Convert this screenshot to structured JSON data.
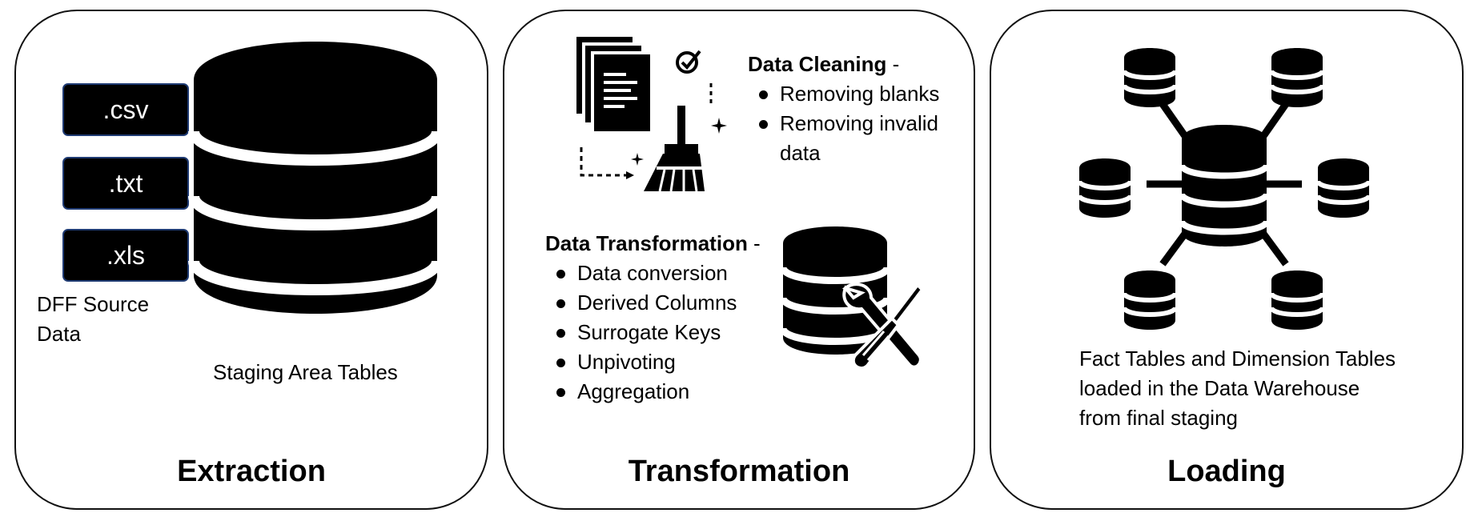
{
  "extraction": {
    "title": "Extraction",
    "file_types": [
      ".csv",
      ".txt",
      ".xls"
    ],
    "source_label": "DFF Source Data",
    "staging_label": "Staging Area Tables"
  },
  "transformation": {
    "title": "Transformation",
    "cleaning": {
      "heading": "Data Cleaning",
      "suffix": " -",
      "items": [
        "Removing blanks",
        "Removing invalid data"
      ]
    },
    "transform": {
      "heading": "Data Transformation",
      "suffix": " -",
      "items": [
        "Data conversion",
        "Derived Columns",
        "Surrogate Keys",
        "Unpivoting",
        "Aggregation"
      ]
    }
  },
  "loading": {
    "title": "Loading",
    "description": "Fact Tables and Dimension Tables loaded in the Data Warehouse from final staging"
  },
  "icons": [
    "database-icon",
    "documents-icon",
    "checkbox-icon",
    "broom-icon",
    "sparkle-icon",
    "wrench-icon",
    "screwdriver-icon",
    "star-schema-icon"
  ]
}
